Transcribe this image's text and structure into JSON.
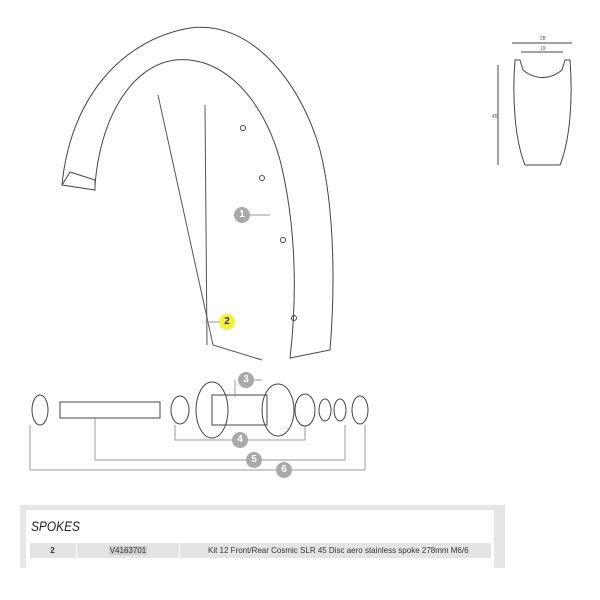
{
  "diagram": {
    "callouts": [
      "1",
      "2",
      "3",
      "4",
      "5",
      "6"
    ],
    "highlighted_callout": "2",
    "rim_profile": {
      "width_outer": "28",
      "width_inner": "19",
      "height": "45"
    }
  },
  "parts_table": {
    "section_title": "SPOKES",
    "rows": [
      {
        "ref": "2",
        "code": "V4163701",
        "description": "Kit 12 Front/Rear Cosmic SLR 45 Disc aero stainless spoke 278mm M6/6"
      }
    ]
  }
}
